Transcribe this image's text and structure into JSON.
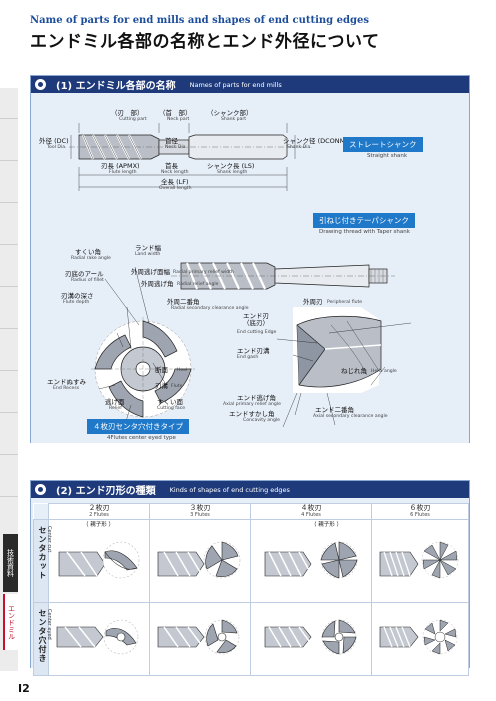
{
  "header": {
    "title_en": "Name of parts for end mills and shapes of end cutting edges",
    "title_jp": "エンドミル各部の名称とエンド外径について"
  },
  "sidebar": {
    "tab_dark": "技術資料",
    "tab_red": "エンドミル"
  },
  "page_number": "I2",
  "section1": {
    "title_jp": "(1) エンドミル各部の名称",
    "title_en": "Names of parts for end mills",
    "shank_parts": {
      "blade": {
        "jp": "（刃　部）",
        "en": "Cutting part"
      },
      "neck": {
        "jp": "（首　部）",
        "en": "Neck part"
      },
      "shank": {
        "jp": "（シャンク部）",
        "en": "Shank part"
      }
    },
    "dims": {
      "tool_dia": {
        "jp": "外径 (DC)",
        "en": "Tool Dia."
      },
      "neck_dia": {
        "jp": "首径",
        "en": "Neck Dia."
      },
      "shank_dia": {
        "jp": "シャンク径 (DCONMS)",
        "en": "Shank Dia."
      },
      "flute_length": {
        "jp": "刃長 (APMX)",
        "en": "Flute length"
      },
      "neck_length": {
        "jp": "首長",
        "en": "Neck length"
      },
      "shank_length": {
        "jp": "シャンク長 (LS)",
        "en": "Shank length"
      },
      "overall_length": {
        "jp": "全長 (LF)",
        "en": "Overall length"
      }
    },
    "straight_shank": {
      "jp": "ストレートシャンク",
      "en": "Straight shank"
    },
    "taper_shank": {
      "jp": "引ねじ付きテーパシャンク",
      "en": "Drawing thread with Taper shank"
    },
    "parts": {
      "land_width": {
        "jp": "ランド幅",
        "en": "Land width"
      },
      "radial_rake": {
        "jp": "すくい角",
        "en": "Radial rake angle"
      },
      "primary_relief_width": {
        "jp": "外周逃げ面幅",
        "en": "Radial primary relief width"
      },
      "radius_fillet": {
        "jp": "刃底のアール",
        "en": "Radius of fillet"
      },
      "radial_relief_angle": {
        "jp": "外周逃げ角",
        "en": "Radial relief angle"
      },
      "flute_depth": {
        "jp": "刃溝の深さ",
        "en": "Flute depth"
      },
      "secondary_clearance": {
        "jp": "外周二番角",
        "en": "Radial secondary clearance angle"
      },
      "end_recess": {
        "jp": "エンドぬすみ",
        "en": "End Recess"
      },
      "heel": {
        "jp": "断面",
        "en": "Heel"
      },
      "flute": {
        "jp": "刃溝",
        "en": "Flute"
      },
      "relief": {
        "jp": "逃げ面",
        "en": "Relief"
      },
      "cutting_face": {
        "jp": "すくい面",
        "en": "Cutting face"
      },
      "peripheral_flute": {
        "jp": "外周刃",
        "en": "Peripheral flute"
      },
      "end_cutting_edge": {
        "jp": "エンド刃\n（底刃）",
        "en": "End cutting Edge"
      },
      "end_gash": {
        "jp": "エンド刃溝",
        "en": "End gash"
      },
      "helix_angle": {
        "jp": "ねじれ角",
        "en": "Helix angle"
      },
      "end_primary_relief": {
        "jp": "エンド逃げ角",
        "en": "Axial primary relief angle"
      },
      "concavity": {
        "jp": "エンドすかし角",
        "en": "Concavity angle"
      },
      "end_secondary": {
        "jp": "エンド二番角",
        "en": "Axial secondary clearance angle"
      }
    },
    "center_eyed_type": {
      "jp": "４枚刃センタ穴付きタイプ",
      "en": "4Flutes center eyed type"
    }
  },
  "section2": {
    "title_jp": "(2) エンド刃形の種類",
    "title_en": "Kinds of shapes of end cutting edges",
    "columns": [
      {
        "jp": "２枚刃",
        "en": "2 Flutes",
        "note": "（ 親子形 ）"
      },
      {
        "jp": "３枚刃",
        "en": "3 Flutes",
        "note": ""
      },
      {
        "jp": "４枚刃",
        "en": "4 Flutes",
        "note": "（ 親子形 ）"
      },
      {
        "jp": "６枚刃",
        "en": "6 Flutes",
        "note": ""
      }
    ],
    "rows": [
      {
        "jp": "センタカット",
        "en": "Center cut"
      },
      {
        "jp": "センタ穴付き",
        "en": "Center eyed"
      }
    ]
  },
  "colors": {
    "navy": "#1e3a7b",
    "accent_blue": "#1f78c8",
    "panel_bg": "#e6eef8",
    "title_blue": "#1b4d9b"
  }
}
